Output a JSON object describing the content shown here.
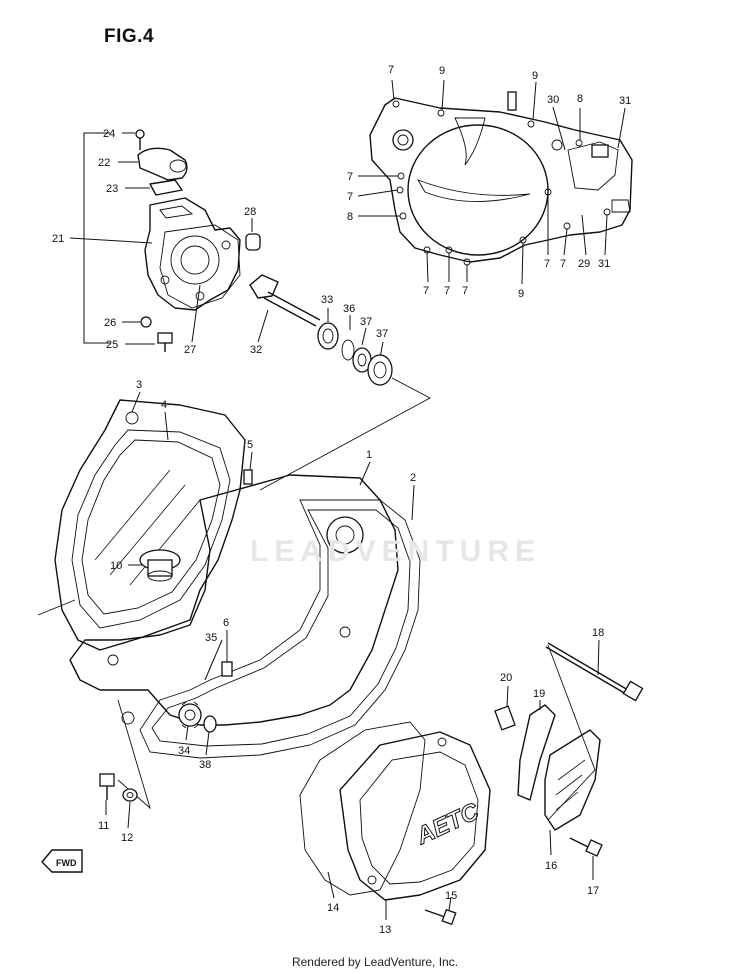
{
  "figure": {
    "title": "FIG.4"
  },
  "footer": {
    "text": "Rendered by LeadVenture, Inc."
  },
  "watermark": {
    "text": "LEADVENTURE"
  },
  "direction": {
    "text": "FWD"
  },
  "callouts": [
    {
      "id": "c1",
      "text": "24"
    },
    {
      "id": "c2",
      "text": "22"
    },
    {
      "id": "c3",
      "text": "23"
    },
    {
      "id": "c4",
      "text": "21"
    },
    {
      "id": "c5",
      "text": "28"
    },
    {
      "id": "c6",
      "text": "26"
    },
    {
      "id": "c7",
      "text": "25"
    },
    {
      "id": "c8",
      "text": "27"
    },
    {
      "id": "c9",
      "text": "32"
    },
    {
      "id": "c10",
      "text": "33"
    },
    {
      "id": "c11",
      "text": "36"
    },
    {
      "id": "c12",
      "text": "37"
    },
    {
      "id": "c13",
      "text": "37"
    },
    {
      "id": "c14",
      "text": "7"
    },
    {
      "id": "c15",
      "text": "9"
    },
    {
      "id": "c16",
      "text": "9"
    },
    {
      "id": "c17",
      "text": "30"
    },
    {
      "id": "c18",
      "text": "8"
    },
    {
      "id": "c19",
      "text": "31"
    },
    {
      "id": "c20",
      "text": "7"
    },
    {
      "id": "c21",
      "text": "7"
    },
    {
      "id": "c22",
      "text": "8"
    },
    {
      "id": "c23",
      "text": "7"
    },
    {
      "id": "c24",
      "text": "7"
    },
    {
      "id": "c25",
      "text": "7"
    },
    {
      "id": "c26",
      "text": "9"
    },
    {
      "id": "c27",
      "text": "7"
    },
    {
      "id": "c28",
      "text": "7"
    },
    {
      "id": "c29",
      "text": "29"
    },
    {
      "id": "c30",
      "text": "31"
    },
    {
      "id": "c31",
      "text": "3"
    },
    {
      "id": "c32",
      "text": "4"
    },
    {
      "id": "c33",
      "text": "5"
    },
    {
      "id": "c34",
      "text": "1"
    },
    {
      "id": "c35",
      "text": "2"
    },
    {
      "id": "c36",
      "text": "10"
    },
    {
      "id": "c37",
      "text": "6"
    },
    {
      "id": "c38",
      "text": "35"
    },
    {
      "id": "c39",
      "text": "34"
    },
    {
      "id": "c40",
      "text": "38"
    },
    {
      "id": "c41",
      "text": "11"
    },
    {
      "id": "c42",
      "text": "12"
    },
    {
      "id": "c43",
      "text": "18"
    },
    {
      "id": "c44",
      "text": "20"
    },
    {
      "id": "c45",
      "text": "19"
    },
    {
      "id": "c46",
      "text": "16"
    },
    {
      "id": "c47",
      "text": "17"
    },
    {
      "id": "c48",
      "text": "14"
    },
    {
      "id": "c49",
      "text": "13"
    },
    {
      "id": "c50",
      "text": "15"
    }
  ],
  "cover_badge": {
    "text": "AETC"
  }
}
